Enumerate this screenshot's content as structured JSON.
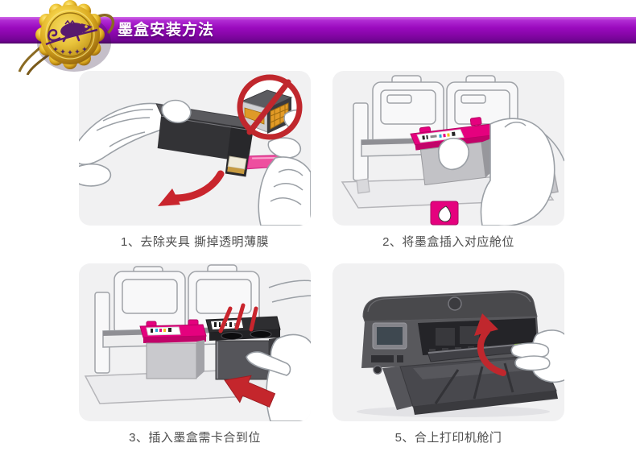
{
  "header": {
    "title": "墨盒安装方法",
    "bar_color_top": "#b02bd2",
    "bar_color_bottom": "#5d0379",
    "badge_icon": "gold-wax-seal-chameleon-logo"
  },
  "steps": [
    {
      "number": "1",
      "caption": "1、去除夹具 撕掉透明薄膜",
      "illustration": "peel-pink-tape-icon",
      "warning_icon": "do-not-touch-contacts-icon"
    },
    {
      "number": "2",
      "caption": "2、将墨盒插入对应舱位",
      "illustration": "insert-cartridge-icon",
      "slot_icon": "tricolor-ink-droplet-icon"
    },
    {
      "number": "3",
      "caption": "3、插入墨盒需卡合到位",
      "illustration": "push-cartridge-click-icon",
      "arrow_icon": "red-push-arrow-icon"
    },
    {
      "number": "5",
      "caption": "5、合上打印机舱门",
      "illustration": "close-printer-door-icon",
      "arrow_icon": "red-close-arrow-icon"
    }
  ],
  "colors": {
    "panel_background": "#f1f1f2",
    "caption_gray": "#4e4e4e",
    "magenta_accent": "#e5017e",
    "warning_red": "#c0272d",
    "seal_gold": "#e7b92f",
    "emblem_purple": "#571a6e",
    "green_latch": "#8ab14d"
  }
}
